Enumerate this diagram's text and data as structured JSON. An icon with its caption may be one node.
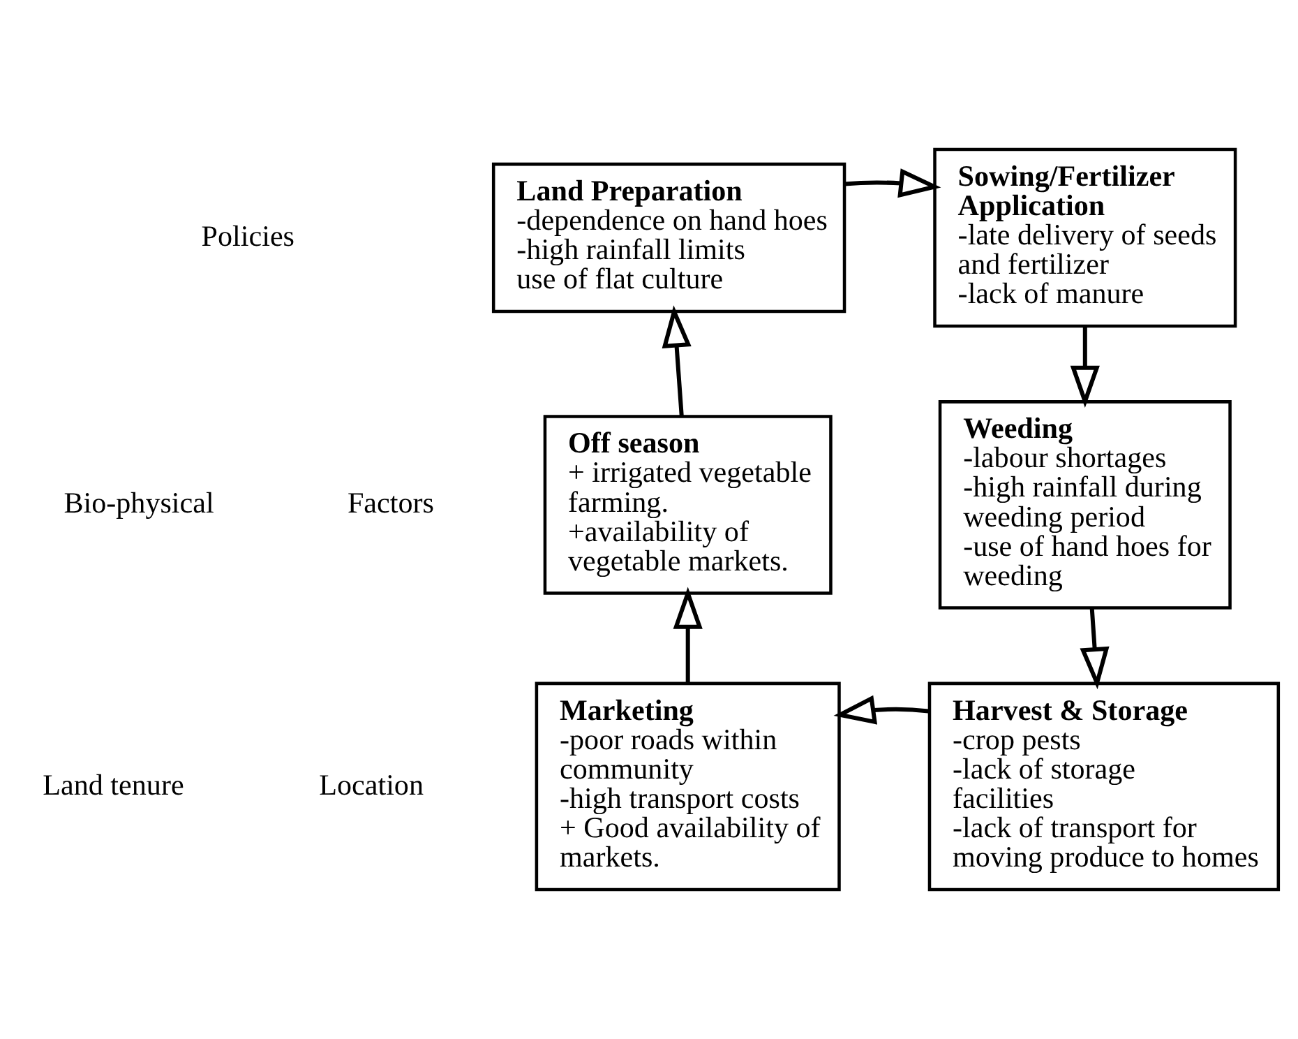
{
  "diagram": {
    "nodes": [
      {
        "text": [
          "Land Preparation",
          "-dependence on hand hoes",
          "-high rainfall limits use of flat culture"
        ]
      },
      {
        "text": [
          "Sowing/Fertilizer Application",
          "-late delivery of seeds and fertilizer",
          "-lack of manure"
        ]
      },
      {
        "text": [
          "Weeding",
          "-labour shortages",
          "-high rainfall during weeding period",
          "-use of hand hoes for weeding"
        ]
      },
      {
        "text": [
          "Harvest & Storage",
          "-crop pests",
          "-lack of storage facilities",
          "-lack of transport for moving produce to homes"
        ]
      },
      {
        "text": [
          "Marketing",
          "-poor roads within community",
          "-high transport costs",
          "+ Good availability of markets."
        ]
      },
      {
        "text": [
          "Off season",
          "+ irrigated vegetable farming.",
          "+availability of vegetable markets."
        ]
      }
    ],
    "edges": [
      {
        "from": 0,
        "to": 1,
        "arrow": "to"
      },
      {
        "from": 1,
        "to": 2,
        "arrow": "to"
      },
      {
        "from": 2,
        "to": 3,
        "arrow": "to"
      },
      {
        "from": 3,
        "to": 4,
        "arrow": "to"
      },
      {
        "from": 4,
        "to": 5,
        "arrow": "to"
      },
      {
        "from": 5,
        "to": 0,
        "arrow": "to"
      }
    ],
    "labels": [
      "Policies",
      "Bio-physical",
      "Factors",
      "Land tenure",
      "Location"
    ]
  }
}
